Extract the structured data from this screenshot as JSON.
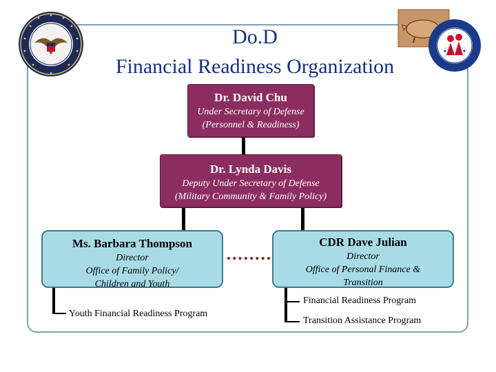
{
  "title": {
    "line1": "Do.D",
    "line2": "Financial Readiness Organization"
  },
  "logos": {
    "left": "dod-seal",
    "right": "military-community-family-policy-seal"
  },
  "colors": {
    "title": "#16307a",
    "top_boxes": "#8b2e5f",
    "lower_boxes": "#a8dbe6",
    "dotted_link": "#8b1a1a"
  },
  "chart": {
    "chu": {
      "name": "Dr. David Chu",
      "role_line1": "Under Secretary of Defense",
      "role_line2": "(Personnel & Readiness)"
    },
    "davis": {
      "name": "Dr. Lynda Davis",
      "role_line1": "Deputy Under Secretary of Defense",
      "role_line2": "(Military Community & Family Policy)"
    },
    "thompson": {
      "name": "Ms. Barbara Thompson",
      "role_line1": "Director",
      "role_line2": "Office of Family Policy/",
      "role_line3": "Children and Youth",
      "programs": [
        "Youth Financial Readiness Program"
      ]
    },
    "julian": {
      "name": "CDR Dave Julian",
      "role_line1": "Director",
      "role_line2": "Office of Personal Finance &",
      "role_line3": "Transition",
      "programs": [
        "Financial Readiness Program",
        "Transition Assistance Program"
      ]
    }
  }
}
